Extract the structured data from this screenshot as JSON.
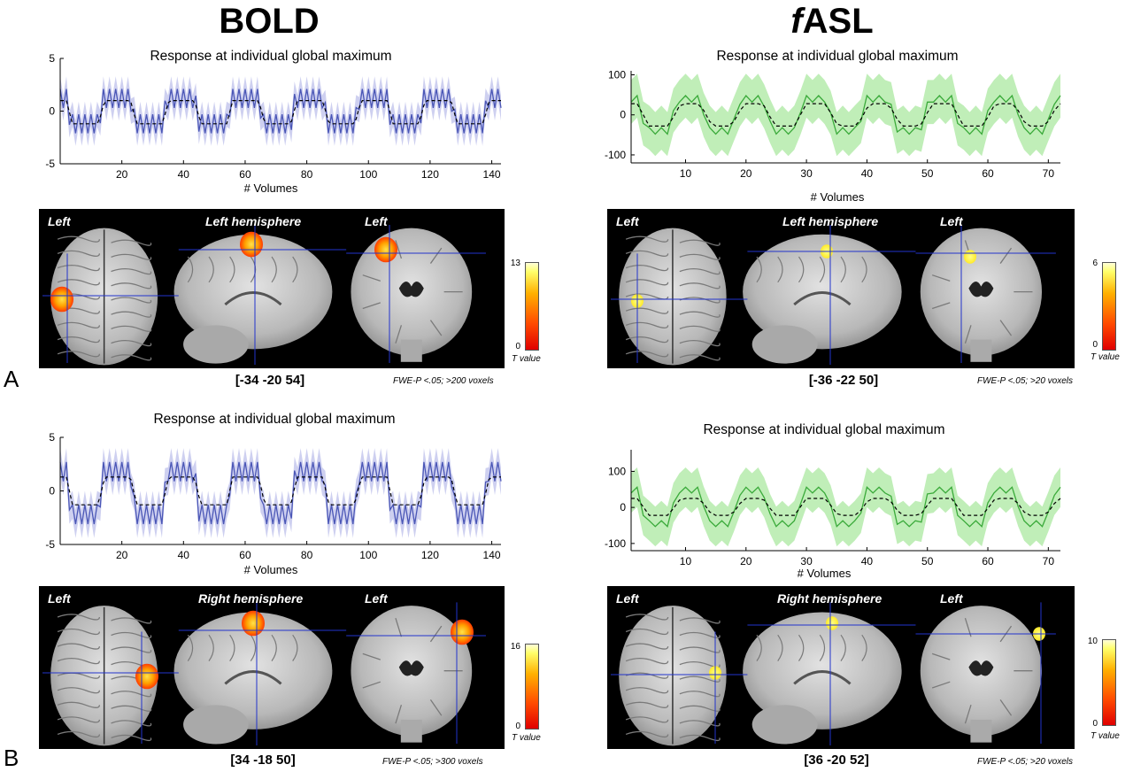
{
  "columns": {
    "left": "BOLD",
    "right_prefix": "f",
    "right_suffix": "ASL"
  },
  "panels": [
    {
      "letter": "A",
      "bold": {
        "plot_title": "Response at individual global maximum",
        "xlabel": "# Volumes",
        "labels": [
          "Left",
          "Left hemisphere",
          "Left"
        ],
        "coords": "[-34 -20 54]",
        "fwe_prefix": "FWE-",
        "fwe_p": "P",
        "fwe_rest": " <.05; >200 voxels",
        "cbar_max": "13",
        "cbar_min": "0",
        "cbar_label": "T value"
      },
      "asl": {
        "plot_title": "Response at individual global maximum",
        "xlabel": "# Volumes",
        "labels": [
          "Left",
          "Left hemisphere",
          "Left"
        ],
        "coords": "[-36 -22 50]",
        "fwe_prefix": "FWE-",
        "fwe_p": "P",
        "fwe_rest": " <.05; >20 voxels",
        "cbar_max": "6",
        "cbar_min": "0",
        "cbar_label": "T value"
      }
    },
    {
      "letter": "B",
      "bold": {
        "plot_title": "Response at individual global maximum",
        "xlabel": "# Volumes",
        "labels": [
          "Left",
          "Right hemisphere",
          "Left"
        ],
        "coords": "[34 -18 50]",
        "fwe_prefix": "FWE-",
        "fwe_p": "P",
        "fwe_rest": " <.05; >300 voxels",
        "cbar_max": "16",
        "cbar_min": "0",
        "cbar_label": "T value"
      },
      "asl": {
        "plot_title": "Response at individual global maximum",
        "xlabel": "# Volumes",
        "labels": [
          "Left",
          "Right hemisphere",
          "Left"
        ],
        "coords": "[36 -20 52]",
        "fwe_prefix": "FWE-",
        "fwe_p": "P",
        "fwe_rest": " <.05; >20 voxels",
        "cbar_max": "10",
        "cbar_min": "0",
        "cbar_label": "T value"
      }
    }
  ],
  "chart_data": [
    {
      "id": "A-bold",
      "type": "line",
      "title": "Response at individual global maximum",
      "xlabel": "# Volumes",
      "ylabel": "",
      "xlim": [
        0,
        143
      ],
      "ylim": [
        -5,
        5
      ],
      "xticks": [
        20,
        40,
        60,
        80,
        100,
        120,
        140
      ],
      "yticks": [
        -5,
        0,
        5
      ],
      "n_volumes": 143,
      "period": 20.8,
      "on_level": 1.2,
      "off_level": -1.2,
      "on_mean": 1.0,
      "off_mean": -1.2,
      "ci_half_width": 1.2,
      "zigzag": 0.9,
      "line_color": "#4a56b6",
      "band_color": "#c9cbee",
      "mean_style": "dashed black"
    },
    {
      "id": "A-asl",
      "type": "line",
      "title": "Response at individual global maximum",
      "xlabel": "# Volumes",
      "ylabel": "",
      "xlim": [
        1,
        72
      ],
      "ylim": [
        -120,
        110
      ],
      "xticks": [
        10,
        20,
        30,
        40,
        50,
        60,
        70
      ],
      "yticks": [
        -100,
        0,
        100
      ],
      "n_volumes": 72,
      "period": 10.4,
      "on_level": 40,
      "off_level": -40,
      "on_mean": 28,
      "off_mean": -28,
      "ci_half_width": 55,
      "zigzag": 8,
      "line_color": "#3aaa3a",
      "band_color": "#b9ecb0",
      "mean_style": "dashed black"
    },
    {
      "id": "B-bold",
      "type": "line",
      "title": "Response at individual global maximum",
      "xlabel": "# Volumes",
      "ylabel": "",
      "xlim": [
        0,
        143
      ],
      "ylim": [
        -5,
        5
      ],
      "xticks": [
        20,
        40,
        60,
        80,
        100,
        120,
        140
      ],
      "yticks": [
        -5,
        0,
        5
      ],
      "n_volumes": 143,
      "period": 20.8,
      "on_level": 1.8,
      "off_level": -2.2,
      "on_mean": 1.3,
      "off_mean": -1.3,
      "ci_half_width": 1.3,
      "zigzag": 0.9,
      "line_color": "#4a56b6",
      "band_color": "#c9cbee",
      "mean_style": "dashed black"
    },
    {
      "id": "B-asl",
      "type": "line",
      "title": "Response at individual global maximum",
      "xlabel": "# Volumes",
      "ylabel": "",
      "xlim": [
        1,
        72
      ],
      "ylim": [
        -120,
        160
      ],
      "xticks": [
        10,
        20,
        30,
        40,
        50,
        60,
        70
      ],
      "yticks": [
        -100,
        0,
        100
      ],
      "n_volumes": 72,
      "period": 10.4,
      "on_level": 48,
      "off_level": -45,
      "on_mean": 25,
      "off_mean": -22,
      "ci_half_width": 55,
      "zigzag": 8,
      "line_color": "#3aaa3a",
      "band_color": "#b9ecb0",
      "mean_style": "dashed black"
    }
  ],
  "colors": {
    "crosshair": "#2233cc",
    "activation_hot": "#ff3b00",
    "activation_warm": "#ffcc00",
    "activation_pale": "#ffff66"
  }
}
